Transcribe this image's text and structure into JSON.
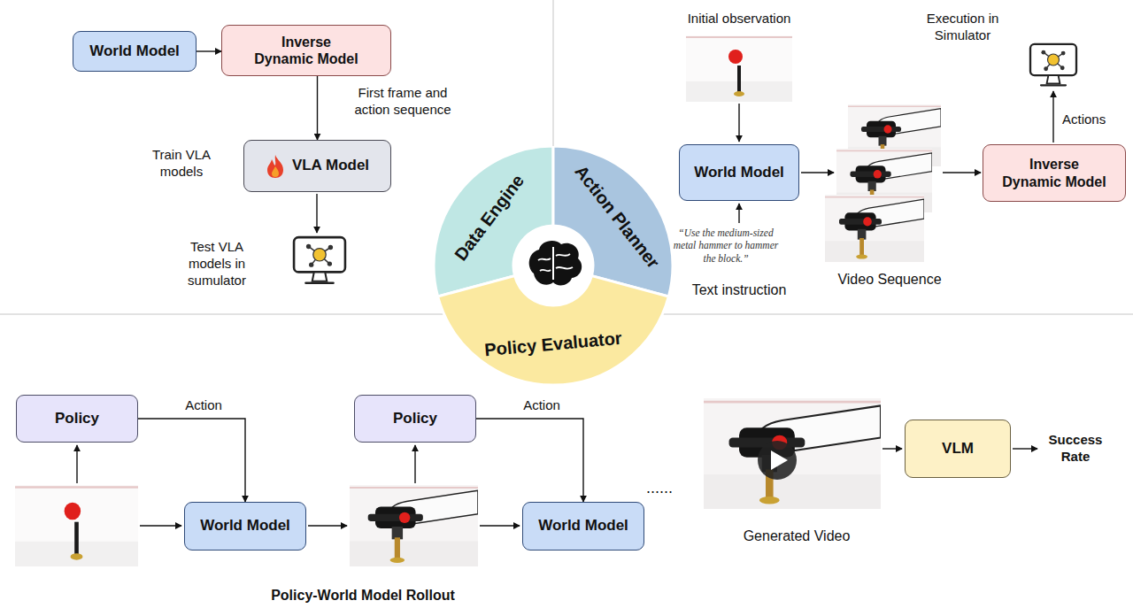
{
  "diagram": {
    "nodes": [
      {
        "text": [
          "World Model"
        ]
      },
      {
        "text": [
          "Inverse Dynamic Model"
        ]
      },
      {
        "text": [
          "VLA Model"
        ]
      },
      {
        "text": [
          "Data Engine"
        ]
      },
      {
        "text": [
          "Action Planner"
        ]
      },
      {
        "text": [
          "Policy Evaluator"
        ]
      },
      {
        "text": [
          "World Model"
        ]
      },
      {
        "text": [
          "Inverse Dynamic Model"
        ]
      },
      {
        "text": [
          "Policy"
        ]
      },
      {
        "text": [
          "World Model"
        ]
      },
      {
        "text": [
          "Policy"
        ]
      },
      {
        "text": [
          "World Model"
        ]
      },
      {
        "text": [
          "VLM"
        ]
      }
    ],
    "edges": [
      {
        "from": 0,
        "to": 1,
        "arrow": "to"
      },
      {
        "from": 1,
        "to": 2,
        "label": "First frame and action sequence",
        "arrow": "to"
      },
      {
        "from": 8,
        "to": 9,
        "label": "Action",
        "arrow": "to"
      },
      {
        "from": 10,
        "to": 11,
        "label": "Action",
        "arrow": "to"
      }
    ],
    "labels": [
      "Train VLA models",
      "Test VLA models in sumulator",
      "Initial observation",
      "Execution in Simulator",
      "Actions",
      "“Use the medium-sized metal hammer to hammer the block.”",
      "Text instruction",
      "Video Sequence",
      "......",
      "Generated Video",
      "Success Rate",
      "Policy-World Model Rollout"
    ]
  }
}
